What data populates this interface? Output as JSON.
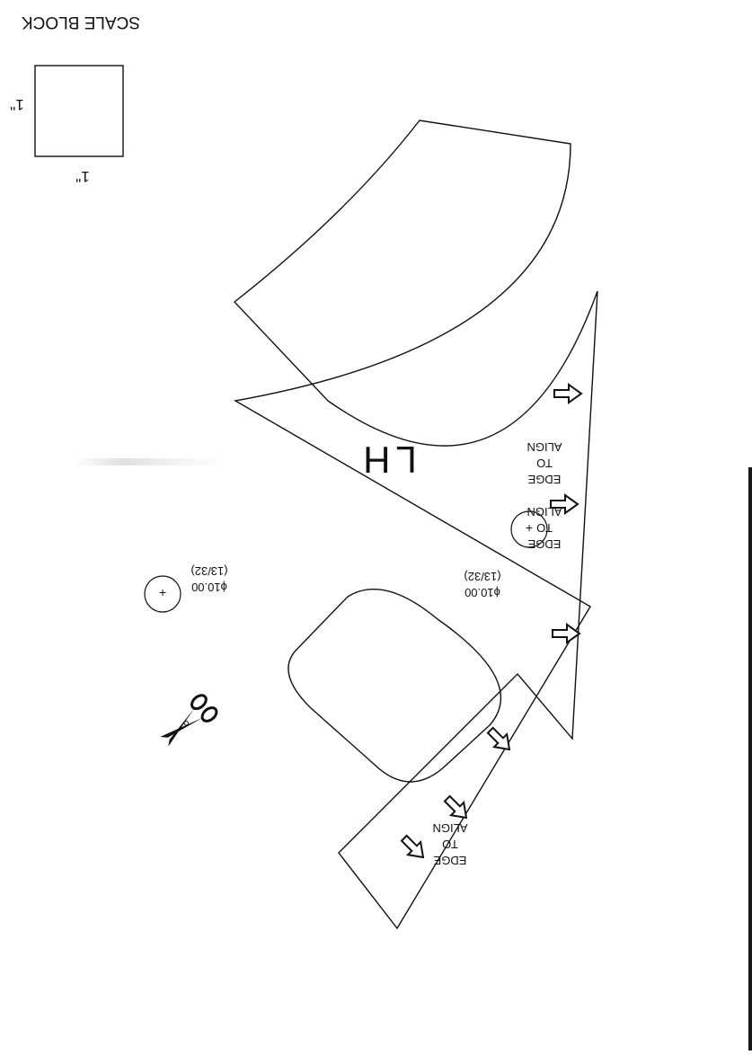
{
  "scale_block": {
    "title": "SCALE BLOCK",
    "width_label": "1\"",
    "height_label": "1\""
  },
  "pattern_piece": {
    "side_label": "LH",
    "hole_left": {
      "diameter": "ϕ10.00",
      "fraction": "(13/32)"
    },
    "hole_right": {
      "diameter": "ϕ10.00",
      "fraction": "(13/32)"
    },
    "align_top": [
      "ALIGN",
      "TO",
      "EDGE"
    ],
    "align_middle": [
      "ALIGN",
      "TO",
      "EDGE"
    ],
    "align_bottom": [
      "ALIGN",
      "TO",
      "EDGE"
    ]
  },
  "icons": [
    "scissors-icon",
    "arrow-icon"
  ],
  "colors": {
    "ink": "#111111",
    "paper": "#ffffff"
  }
}
